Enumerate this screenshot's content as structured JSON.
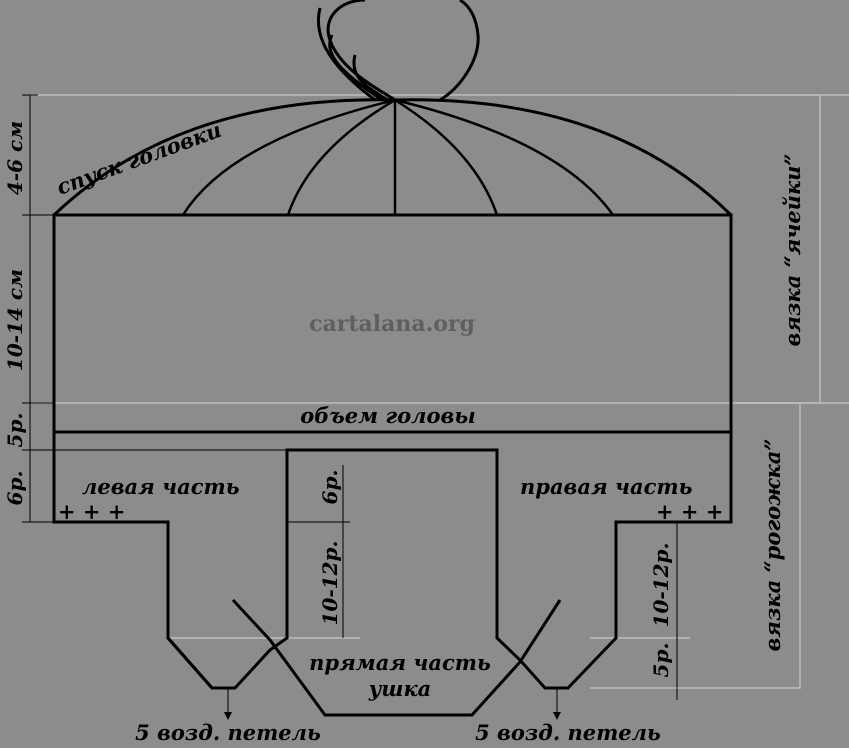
{
  "labels": {
    "crown_decrease": "спуск головки",
    "head_volume": "объем головы",
    "left_part": "левая часть",
    "right_part": "правая часть",
    "ear_straight_1": "прямая часть",
    "ear_straight_2": "ушка",
    "chain_left": "5 возд. петель",
    "chain_right": "5 возд. петель",
    "cell_knit": "вязка “ячейки”",
    "mat_knit": "вязка “рогожка”",
    "plus_left": "+ + +",
    "plus_right": "+ + +"
  },
  "dimensions": {
    "crown_height": "4-6 см",
    "body_height": "10-14 см",
    "band_rows": "5р.",
    "side_rows": "6р.",
    "center_rows": "6р.",
    "ear_rows_center": "10-12р.",
    "ear_rows_right": "10-12р.",
    "ear_tip_rows": "5р."
  },
  "watermark": "cartalana.org"
}
